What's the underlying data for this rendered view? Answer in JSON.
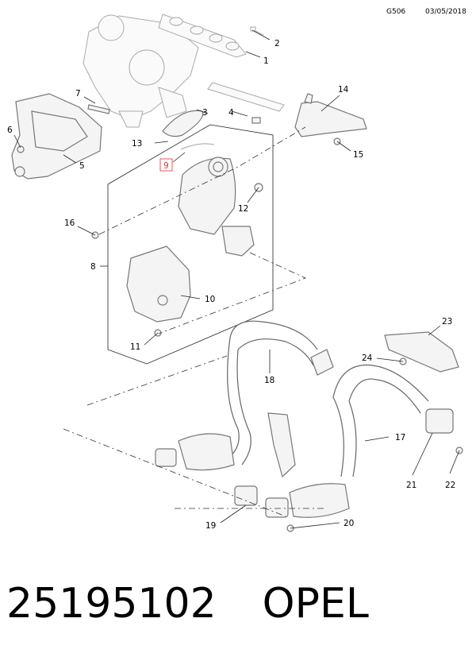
{
  "header": {
    "code": "G506",
    "date": "03/05/2018"
  },
  "callouts": [
    "1",
    "2",
    "3",
    "4",
    "5",
    "6",
    "7",
    "8",
    "9",
    "10",
    "11",
    "12",
    "13",
    "14",
    "15",
    "16",
    "17",
    "18",
    "19",
    "20",
    "21",
    "22",
    "23",
    "24"
  ],
  "highlight_color": "#e0303a",
  "footer": {
    "part_number": "25195102",
    "brand": "OPEL"
  }
}
